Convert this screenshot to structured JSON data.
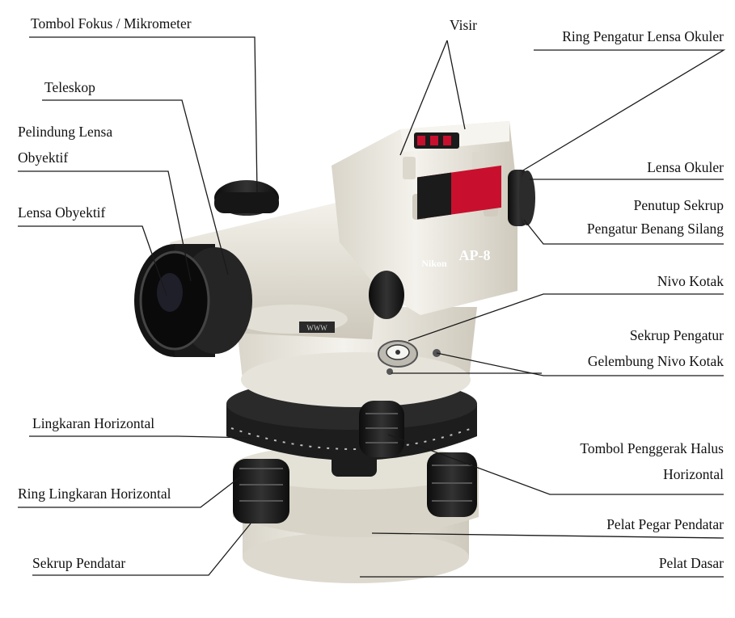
{
  "labels": {
    "tombol_fokus": "Tombol Fokus / Mikrometer",
    "teleskop": "Teleskop",
    "pelindung_lensa_1": "Pelindung Lensa",
    "pelindung_lensa_2": "Obyektif",
    "lensa_obyektif": "Lensa Obyektif",
    "visir": "Visir",
    "ring_pengatur": "Ring Pengatur Lensa Okuler",
    "lensa_okuler": "Lensa Okuler",
    "penutup_sekrup_1": "Penutup Sekrup",
    "penutup_sekrup_2": "Pengatur Benang Silang",
    "nivo_kotak": "Nivo Kotak",
    "sekrup_pengatur_1": "Sekrup Pengatur",
    "sekrup_pengatur_2": "Gelembung Nivo Kotak",
    "lingkaran_horizontal": "Lingkaran Horizontal",
    "tombol_penggerak_1": "Tombol Penggerak Halus",
    "tombol_penggerak_2": "Horizontal",
    "ring_lingkaran": "Ring Lingkaran Horizontal",
    "pelat_pegar": "Pelat Pegar Pendatar",
    "sekrup_pendatar": "Sekrup Pendatar",
    "pelat_dasar": "Pelat Dasar"
  },
  "device": {
    "brand": "Nikon",
    "model": "AP-8",
    "plate": "WWW"
  },
  "colors": {
    "body": "#ece9e0",
    "dark": "#1b1b1b",
    "accent": "#c8102e"
  }
}
